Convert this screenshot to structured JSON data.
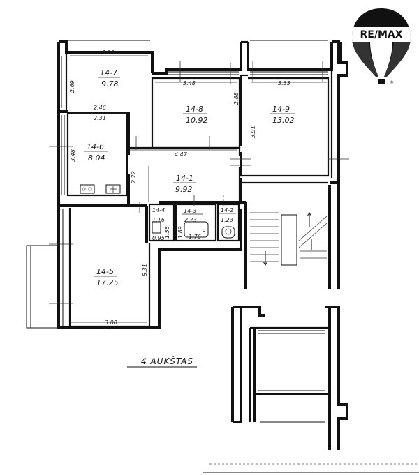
{
  "plan": {
    "title": "4 AUKŠTAS",
    "rooms": [
      {
        "id": "14-7",
        "area": "9.78"
      },
      {
        "id": "14-8",
        "area": "10.92"
      },
      {
        "id": "14-9",
        "area": "13.02"
      },
      {
        "id": "14-6",
        "area": "8.04"
      },
      {
        "id": "14-1",
        "area": "9.92"
      },
      {
        "id": "14-4",
        "area": "1.16"
      },
      {
        "id": "14-3",
        "area": "2.73"
      },
      {
        "id": "14-2",
        "area": "1.23"
      },
      {
        "id": "14-5",
        "area": "17.25"
      }
    ],
    "dimensions": {
      "r7_width": "3.29",
      "r7_depth": "2.69",
      "r7_inner": "2.46",
      "r8_width": "3.48",
      "r8_depth": "2.88",
      "r9_width": "3.33",
      "r9_depth": "3.91",
      "r6_width": "2.31",
      "r6_depth": "3.48",
      "hall_width": "4.47",
      "hall_depth": "2.22",
      "r4_depth": "1.55",
      "r4_width": "0.95",
      "r3_a": "1.89",
      "r3_b": "1.76",
      "r5_depth": "5.31",
      "r5_width": "3.80"
    }
  },
  "logo": {
    "text": "RE/MAX",
    "mark": "®"
  },
  "colors": {
    "ink": "#111111",
    "logo_red": "#d0202f",
    "logo_blue": "#1b3a8a"
  }
}
